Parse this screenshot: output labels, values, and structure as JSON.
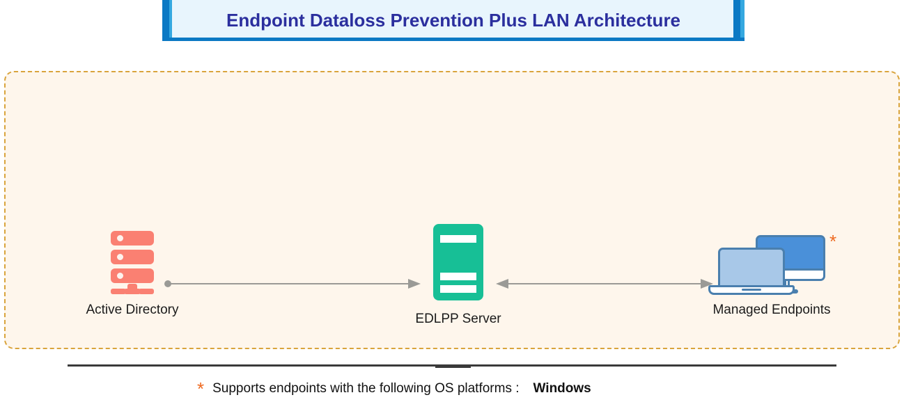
{
  "title": {
    "text": "Endpoint Dataloss Prevention Plus LAN Architecture",
    "accent_color": "#0b79c4",
    "accent_color_light": "#35a8e0",
    "background": "#e8f5fd",
    "text_color": "#2b2f9e"
  },
  "panel": {
    "background": "#fef6ec",
    "border_color": "#d9a43c",
    "border_style": "dashed"
  },
  "nodes": [
    {
      "id": "active-directory",
      "label": "Active Directory",
      "icon": "server-rack-icon",
      "color": "#fa8072"
    },
    {
      "id": "edlpp-server",
      "label": "EDLPP Server",
      "icon": "server-tower-icon",
      "color": "#17bf96"
    },
    {
      "id": "managed-endpoints",
      "label": "Managed Endpoints",
      "icon": "desktop-laptop-icon",
      "color": "#4a90d9",
      "badge": "*"
    }
  ],
  "connectors": [
    {
      "id": "ad-to-server",
      "from": "active-directory",
      "to": "edlpp-server",
      "direction": "one-way",
      "start_marker": "dot",
      "end_marker": "arrow",
      "color": "#9a9a96"
    },
    {
      "id": "server-to-endpoints",
      "from": "edlpp-server",
      "to": "managed-endpoints",
      "direction": "two-way",
      "start_marker": "arrow",
      "end_marker": "arrow",
      "color": "#9a9a96"
    }
  ],
  "footnote": {
    "marker": "*",
    "marker_color": "#ee6a21",
    "text": "Supports endpoints with the following OS platforms :",
    "platform": "Windows"
  }
}
